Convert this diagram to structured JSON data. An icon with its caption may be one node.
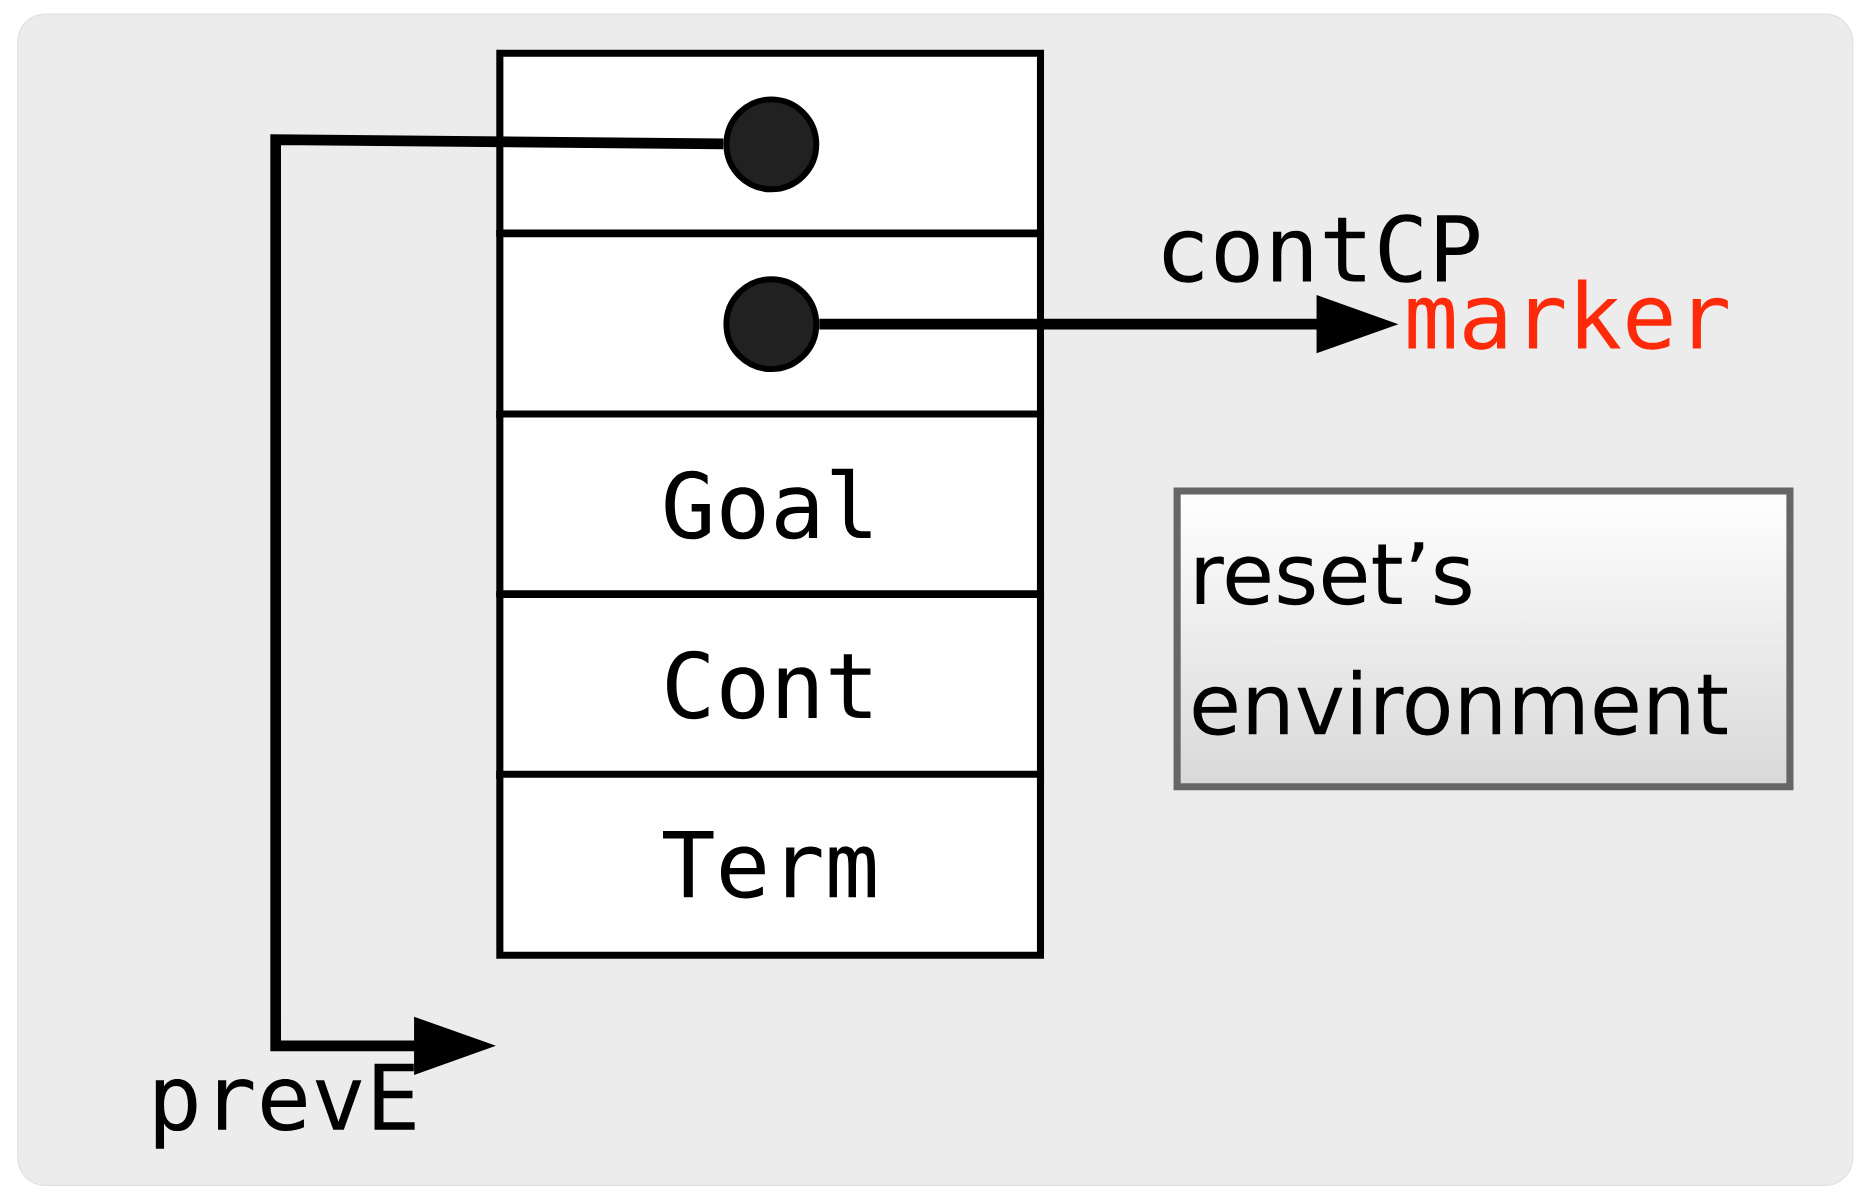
{
  "diagram": {
    "nodes": [
      {
        "text": [],
        "shape": "box"
      },
      {
        "text": [],
        "shape": "circle",
        "in": 0
      },
      {
        "text": [],
        "shape": "box"
      },
      {
        "text": [],
        "shape": "circle",
        "in": 2
      },
      {
        "text": [
          "Goal"
        ]
      },
      {
        "text": [
          "Cont"
        ]
      },
      {
        "text": [
          "Term"
        ]
      },
      {
        "text": [
          "marker"
        ]
      },
      {
        "text": [
          "reset’s environment"
        ]
      }
    ],
    "edges": [
      {
        "from": 1,
        "to": null,
        "arrow": "to",
        "label": "prevE"
      },
      {
        "from": 3,
        "to": 7,
        "arrow": "to",
        "label": "contCP"
      }
    ]
  }
}
